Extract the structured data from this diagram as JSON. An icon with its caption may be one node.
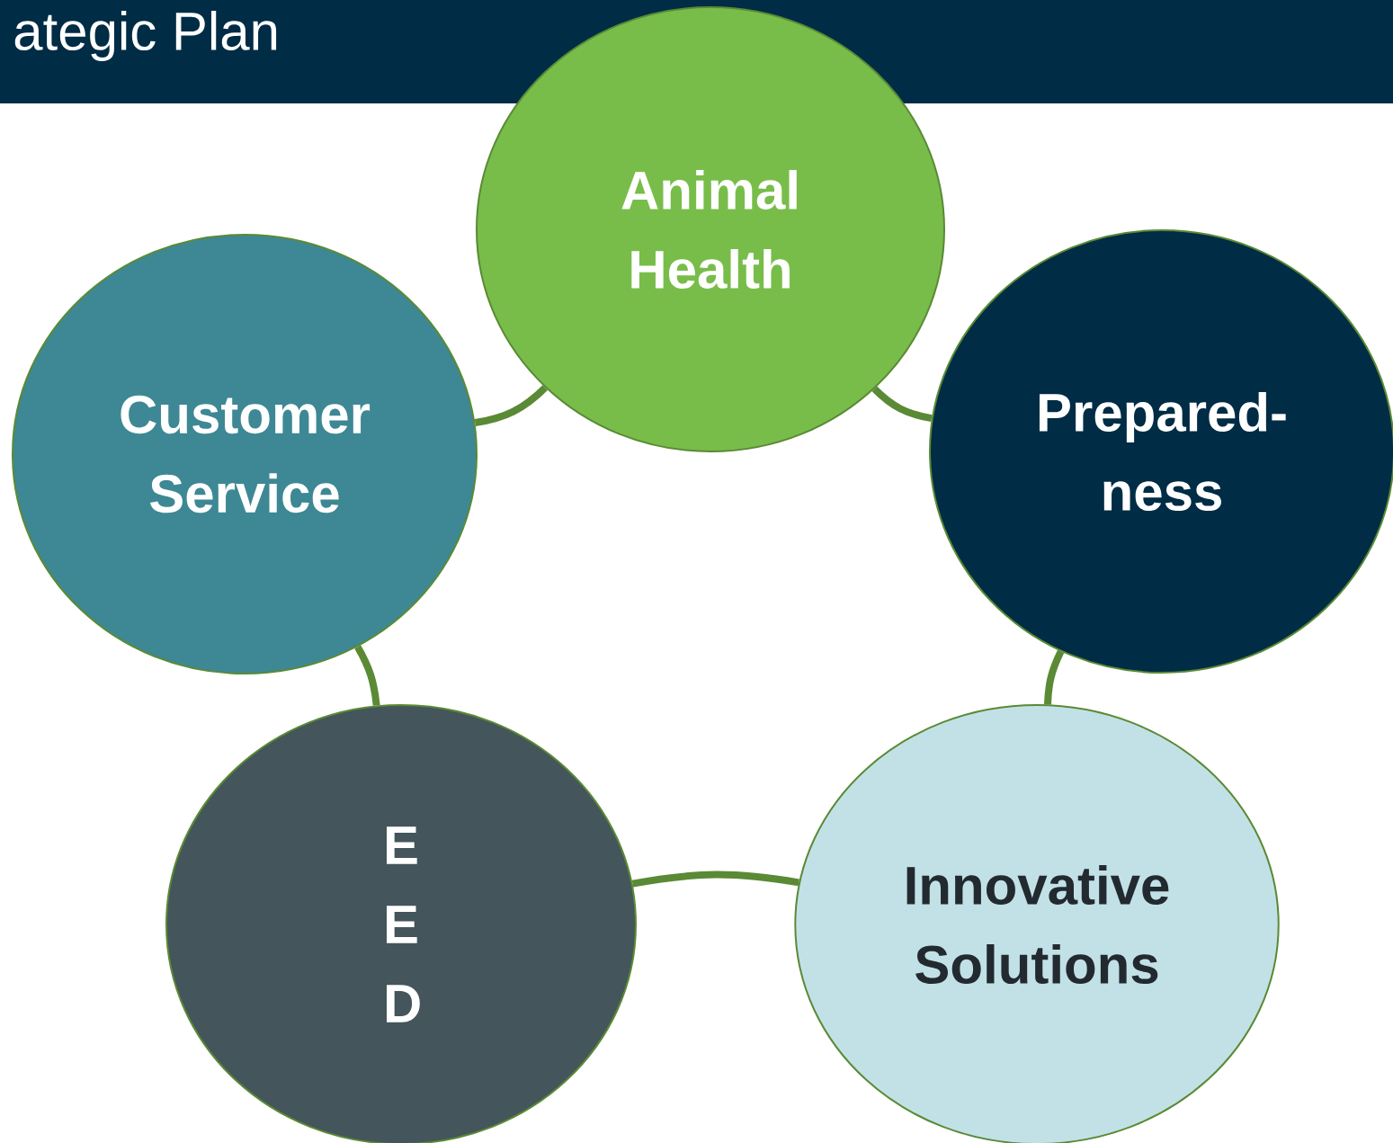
{
  "diagram": {
    "title": "ategic Plan",
    "nodes": [
      {
        "text": [
          "Animal Health"
        ]
      },
      {
        "text": [
          "Customer Service"
        ]
      },
      {
        "text": [
          "Prepared- ness"
        ]
      },
      {
        "text": [
          "E E D"
        ]
      },
      {
        "text": [
          "Innovative Solutions"
        ]
      }
    ],
    "edges": [
      {
        "from": 0,
        "to": 2,
        "arrow": "none"
      },
      {
        "from": 2,
        "to": 4,
        "arrow": "none"
      },
      {
        "from": 4,
        "to": 3,
        "arrow": "none"
      },
      {
        "from": 3,
        "to": 1,
        "arrow": "none"
      },
      {
        "from": 1,
        "to": 0,
        "arrow": "none"
      }
    ]
  }
}
